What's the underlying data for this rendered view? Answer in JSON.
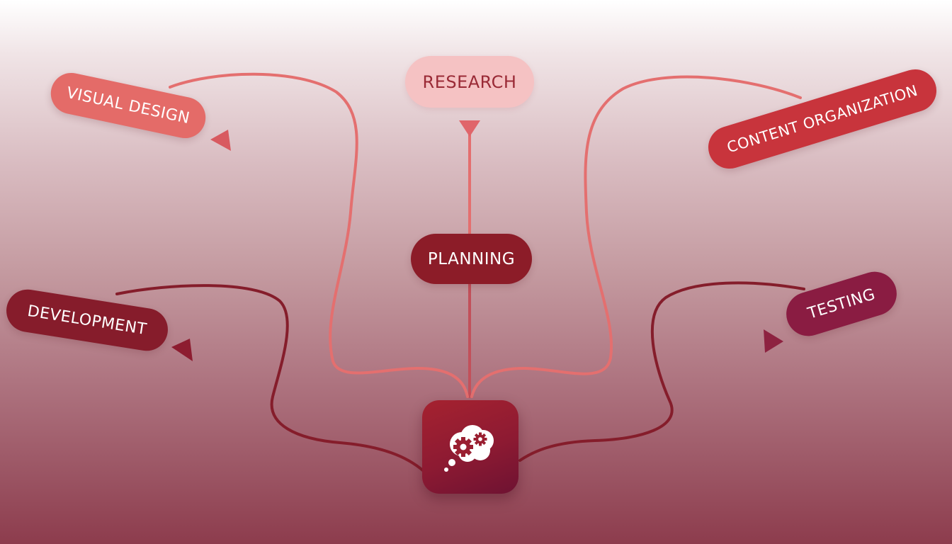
{
  "nodes": {
    "research": "RESEARCH",
    "planning": "PLANNING",
    "visual_design": "VISUAL DESIGN",
    "content_organization": "CONTENT ORGANIZATION",
    "development": "DEVELOPMENT",
    "testing": "TESTING"
  },
  "hub": {
    "icon": "thought-bubble-gears-icon"
  },
  "colors": {
    "research": "#f5c2c3",
    "planning": "#8c1c28",
    "visual_design": "#e46b68",
    "content_organization": "#c8343c",
    "development": "#861c2b",
    "testing": "#8a1c42",
    "hub": "#8d1a32",
    "light_connector": "#e46f6f",
    "dark_connector": "#851d2b"
  }
}
